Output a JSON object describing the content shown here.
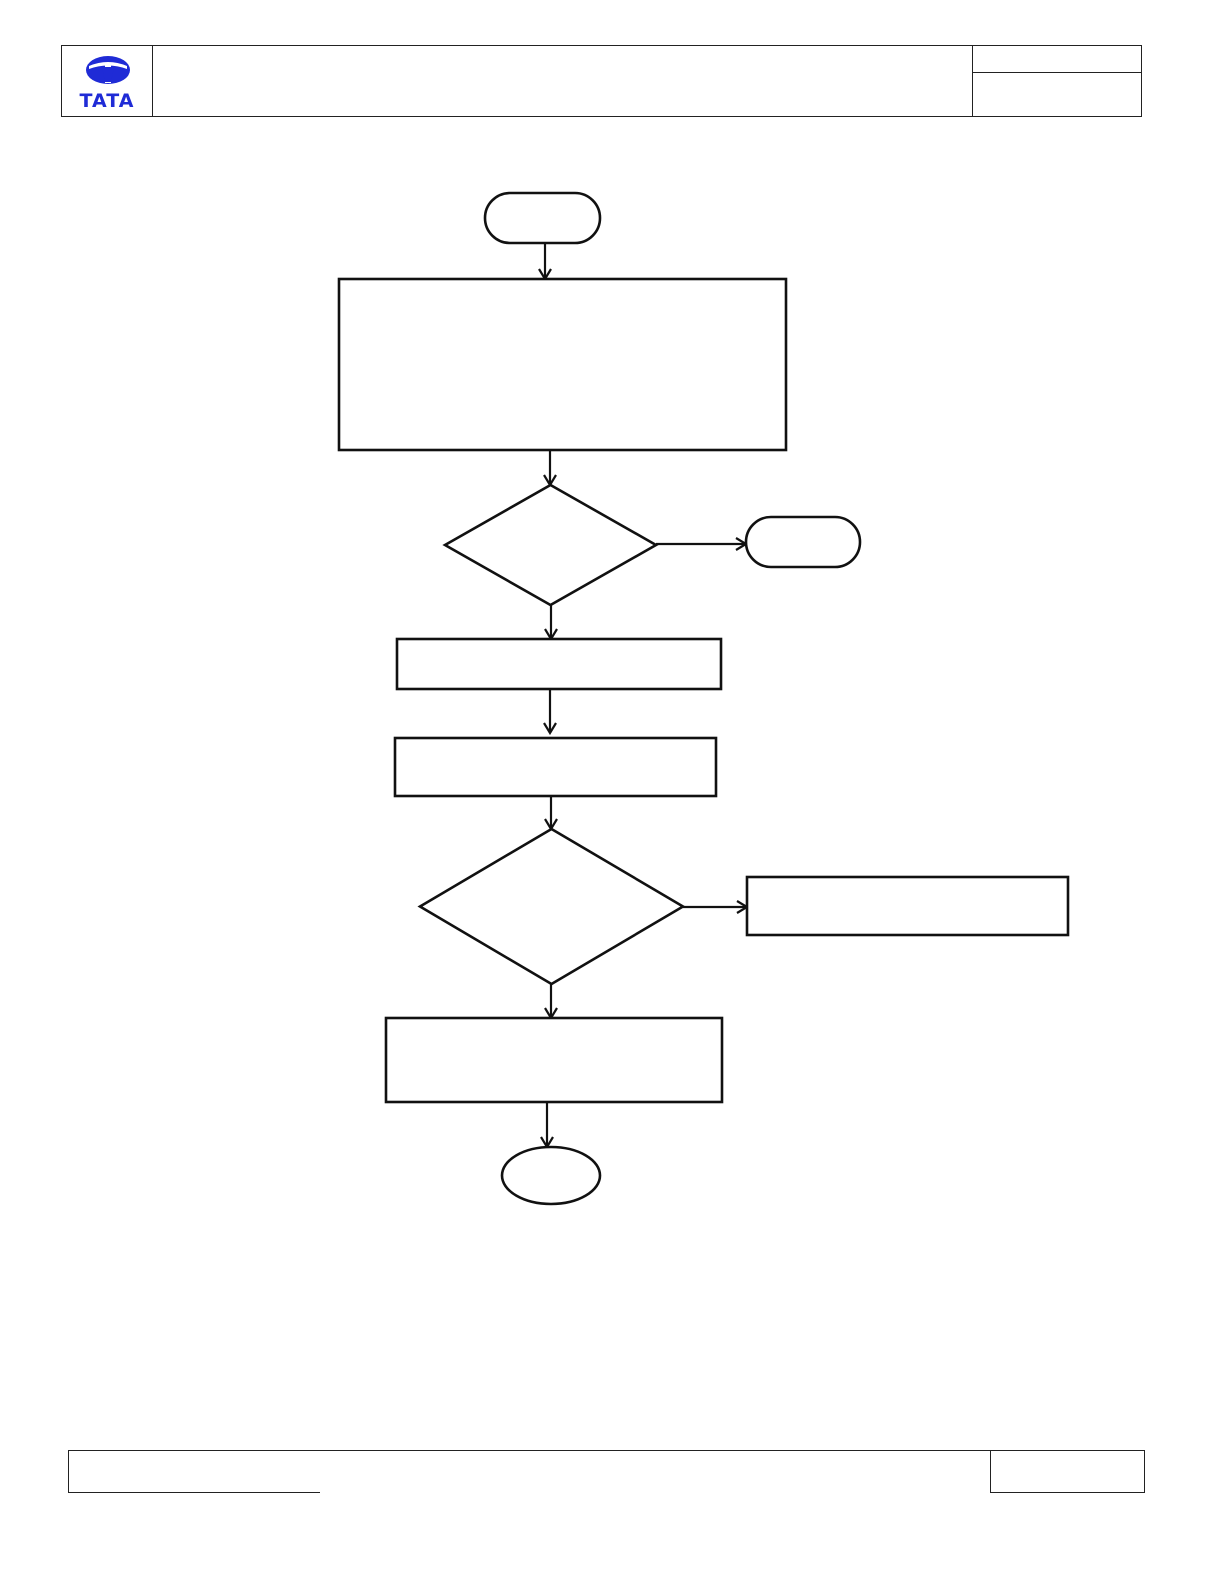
{
  "header": {
    "logo": {
      "icon": "tata-logo-icon",
      "wordmark": "TATA",
      "color": "#1f2bd6"
    },
    "title": "",
    "info_top": "",
    "info_bottom": ""
  },
  "flowchart": {
    "stroke_color": "#111111",
    "nodes": [
      {
        "id": "start",
        "shape": "terminator",
        "label": ""
      },
      {
        "id": "step-1",
        "shape": "process",
        "label": ""
      },
      {
        "id": "decision-1",
        "shape": "decision",
        "label": ""
      },
      {
        "id": "exit-1",
        "shape": "terminator",
        "label": ""
      },
      {
        "id": "step-2",
        "shape": "process",
        "label": ""
      },
      {
        "id": "step-3",
        "shape": "process",
        "label": ""
      },
      {
        "id": "decision-2",
        "shape": "decision",
        "label": ""
      },
      {
        "id": "side-step",
        "shape": "process",
        "label": ""
      },
      {
        "id": "step-4",
        "shape": "process",
        "label": ""
      },
      {
        "id": "end",
        "shape": "ellipse",
        "label": ""
      }
    ],
    "edges": [
      {
        "from": "start",
        "to": "step-1",
        "label": ""
      },
      {
        "from": "step-1",
        "to": "decision-1",
        "label": ""
      },
      {
        "from": "decision-1",
        "to": "exit-1",
        "label": ""
      },
      {
        "from": "decision-1",
        "to": "step-2",
        "label": ""
      },
      {
        "from": "step-2",
        "to": "step-3",
        "label": ""
      },
      {
        "from": "step-3",
        "to": "decision-2",
        "label": ""
      },
      {
        "from": "decision-2",
        "to": "side-step",
        "label": ""
      },
      {
        "from": "decision-2",
        "to": "step-4",
        "label": ""
      },
      {
        "from": "step-4",
        "to": "end",
        "label": ""
      }
    ]
  },
  "footer": {
    "left": "",
    "center": "",
    "right": ""
  }
}
